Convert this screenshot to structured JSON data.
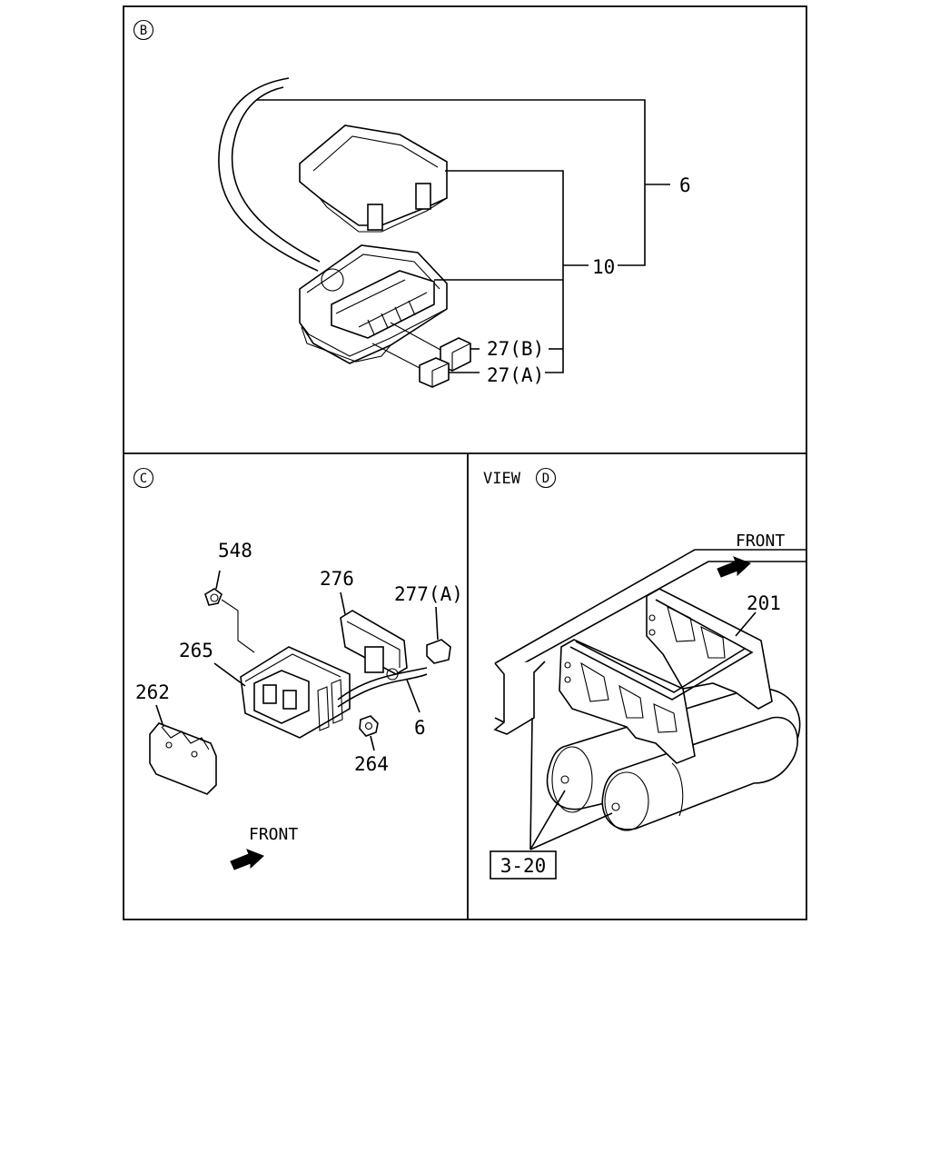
{
  "panels": {
    "b": {
      "marker": "B",
      "labels": {
        "p6": "6",
        "p10": "10",
        "p27b": "27(B)",
        "p27a": "27(A)"
      }
    },
    "c": {
      "marker": "C",
      "labels": {
        "p548": "548",
        "p276": "276",
        "p277a": "277(A)",
        "p265": "265",
        "p262": "262",
        "p6": "6",
        "p264": "264"
      },
      "front_label": "FRONT"
    },
    "d": {
      "view_text": "VIEW",
      "marker": "D",
      "front_label": "FRONT",
      "labels": {
        "p201": "201",
        "ref": "3-20"
      }
    }
  }
}
